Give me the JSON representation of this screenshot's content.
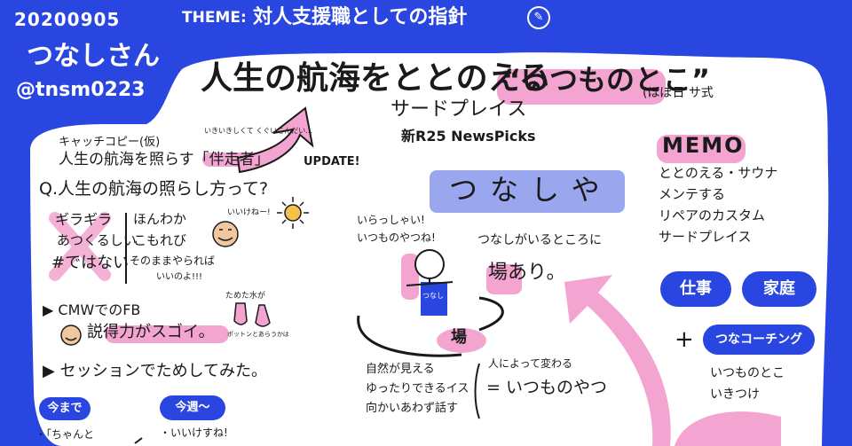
{
  "header": {
    "date": "20200905",
    "theme_label": "THEME:",
    "theme_text": "対人支援職としての指針",
    "author_name": "つなしさん",
    "author_handle": "@tnsm0223"
  },
  "title": {
    "main": "人生の航海をととのえる",
    "quote": "“いつものとこ”",
    "subtitle": "サードプレイス",
    "source": "新R25 NewsPicks",
    "byline": "(ほぼ日 サ式"
  },
  "arrow_label": "UPDATE!",
  "catchcopy": {
    "label": "キャッチコピー(仮)",
    "small_note": "いきいきしくて くぐいこんだい…",
    "line": "人生の航海を照らす「伴走者」"
  },
  "question": {
    "heading": "Q.人生の航海の照らし方って?",
    "left": [
      "ギラギラ",
      "あつくるしい",
      "#ではない"
    ],
    "right": [
      "ほんわか",
      "こもれび",
      "そのままやられば",
      "いいのよ!!!"
    ],
    "sun_note": "いいけねー!"
  },
  "fb": {
    "heading": "▶ CMWでのFB",
    "line": "説得力がスゴイ。",
    "note_top": "ためた水が",
    "note_bottom": "ポットンとあらうかは"
  },
  "session": {
    "heading": "▶ セッションでためしてみた。",
    "pill_left": "今まで",
    "pill_right": "今週〜",
    "bullet_left": "・「ちゃんと",
    "bullet_right": "・いいけすね!"
  },
  "center": {
    "banner": "つなしや",
    "speech_1": "いらっしゃい!",
    "speech_2": "いつものやつね!",
    "caption": "つなしがいるところに",
    "place": "場あり。",
    "apron": "つなし",
    "ba": "場",
    "list": [
      "自然が見える",
      "ゆったりできるイス",
      "向かいあわず話す"
    ],
    "varies": "人によって変わる",
    "equals": "= いつものやつ"
  },
  "memo": {
    "title": "MEMO",
    "items": [
      "ととのえる・サウナ",
      "メンテする",
      "リペアのカスタム",
      "サードプレイス"
    ],
    "pill_work": "仕事",
    "pill_family": "家庭",
    "plus": "+",
    "coaching": "つなコーチング",
    "footer_1": "いつものとこ",
    "footer_2": "いきつけ"
  }
}
